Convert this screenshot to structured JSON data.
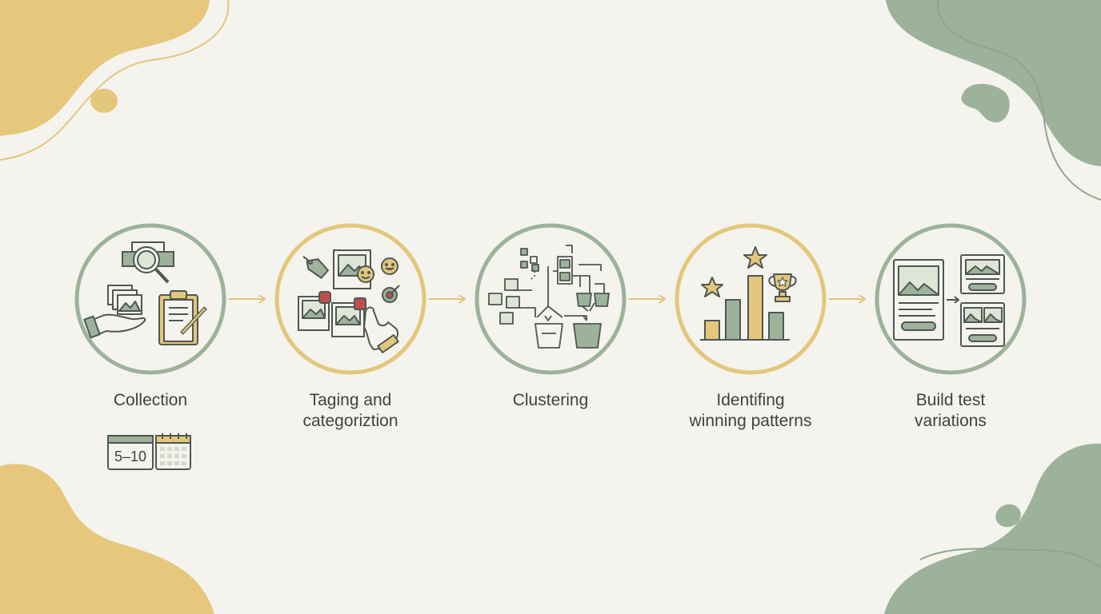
{
  "colors": {
    "background": "#f4f3ee",
    "sage": "#9db29a",
    "gold": "#e3c77a",
    "line": "#4f5753",
    "text": "#3d4440",
    "accent_red": "#c0504d"
  },
  "steps": [
    {
      "label": "Collection",
      "ring": "sage",
      "icon": "collection-icon"
    },
    {
      "label": "Taging and\ncategoriztion",
      "ring": "gold",
      "icon": "tagging-icon"
    },
    {
      "label": "Clustering",
      "ring": "sage",
      "icon": "clustering-icon"
    },
    {
      "label": "Identifing\nwinning patterns",
      "ring": "gold",
      "icon": "winning-patterns-icon"
    },
    {
      "label": "Build test\nvariations",
      "ring": "sage",
      "icon": "test-variations-icon"
    }
  ],
  "collection_calendar": {
    "text": "5–10",
    "icon": "calendar-icon"
  }
}
